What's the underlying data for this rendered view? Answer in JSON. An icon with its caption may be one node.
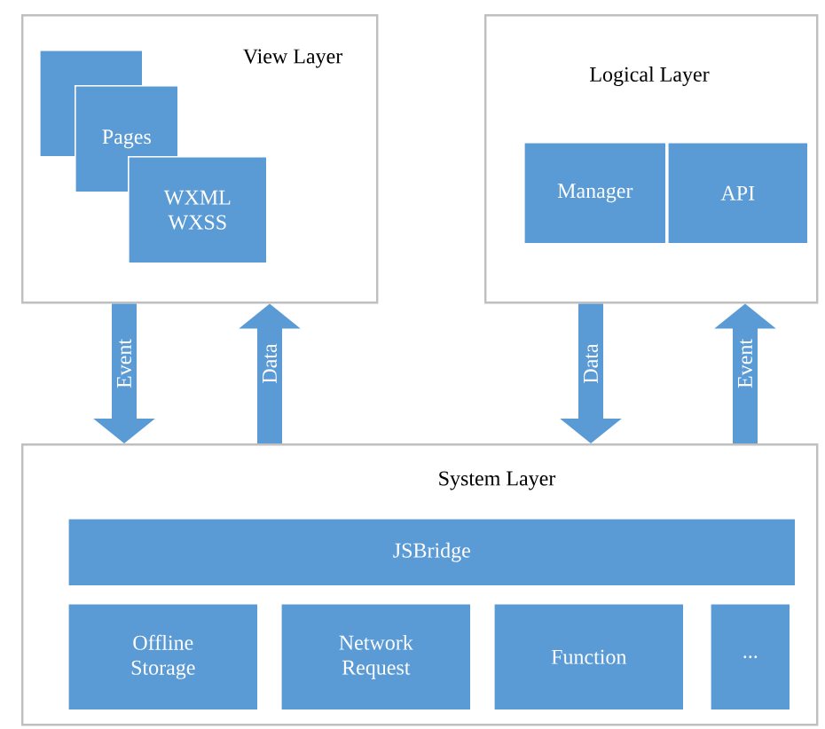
{
  "diagram": {
    "nodes": [
      {
        "text": [
          "View Layer"
        ]
      },
      {
        "text": [],
        "shape": "box",
        "in": 0
      },
      {
        "text": [
          "Pages"
        ],
        "in": 0
      },
      {
        "text": [
          "WXML WXSS"
        ],
        "in": 0
      },
      {
        "text": [
          "Logical Layer"
        ]
      },
      {
        "text": [
          "Manager"
        ],
        "in": 4
      },
      {
        "text": [
          "API"
        ],
        "in": 4
      },
      {
        "text": [
          "System Layer"
        ]
      },
      {
        "text": [
          "JSBridge"
        ],
        "in": 7
      },
      {
        "text": [
          "Offline Storage"
        ],
        "in": 7
      },
      {
        "text": [
          "Network Request"
        ],
        "in": 7
      },
      {
        "text": [
          "Function"
        ],
        "in": 7
      },
      {
        "text": [
          "..."
        ],
        "in": 7
      }
    ],
    "edges": [
      {
        "from": 0,
        "to": 7,
        "arrow": "to",
        "label": "Event"
      },
      {
        "from": 7,
        "to": 0,
        "arrow": "to",
        "label": "Data"
      },
      {
        "from": 4,
        "to": 7,
        "arrow": "to",
        "label": "Data"
      },
      {
        "from": 7,
        "to": 4,
        "arrow": "to",
        "label": "Event"
      }
    ]
  }
}
